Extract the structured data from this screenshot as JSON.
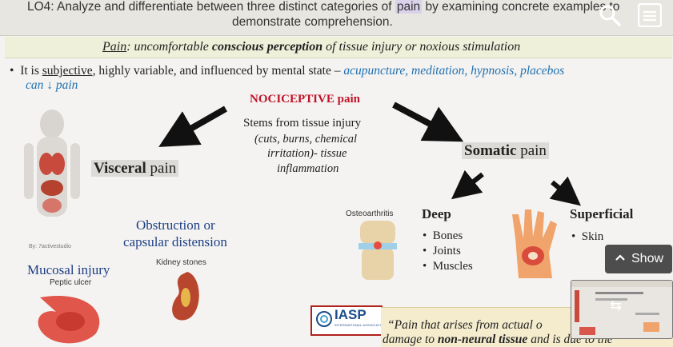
{
  "slide": {
    "lo_line1_pre": "LO4: Analyze and differentiate between three distinct categories of ",
    "lo_highlight": "pain",
    "lo_line1_post": " by examining concrete examples to",
    "lo_line2": "demonstrate comprehension.",
    "definition_term": "Pain",
    "definition_mid": ": uncomfortable ",
    "definition_bold": "conscious perception",
    "definition_tail": " of tissue injury or noxious stimulation",
    "bullet_pre": "It is ",
    "bullet_subjective": "subjective",
    "bullet_mid": ", highly variable, and influenced by mental state – ",
    "bullet_blue": "acupuncture, meditation, hypnosis, placebos",
    "bullet_cont": "can ↓ pain",
    "nociceptive_title": "NOCICEPTIVE pain",
    "stem_line1": "Stems from tissue injury",
    "stem_line2": "(cuts, burns, chemical",
    "stem_line3": "irritation)- tissue",
    "stem_line4": "inflammation",
    "visceral_bold": "Visceral",
    "visceral_rest": " pain",
    "somatic_bold": "Somatic",
    "somatic_rest": " pain",
    "deep_title": "Deep",
    "deep_items": [
      "Bones",
      "Joints",
      "Muscles"
    ],
    "superficial_title": "Superficial",
    "superficial_items": [
      "Skin"
    ],
    "obstruction_line1": "Obstruction or",
    "obstruction_line2": "capsular distension",
    "mucosal": "Mucosal injury",
    "peptic": "Peptic ulcer",
    "kidney": "Kidney stones",
    "osteo": "Osteoarthritis",
    "byline": "By: 7activestudio",
    "iasp_logo": "IASP",
    "iasp_sub": "INTERNATIONAL ASSOCIATION FOR THE STUDY OF PAIN",
    "quote_line1": "“Pain that arises from actual o",
    "quote_line2_pre": "damage to ",
    "quote_line2_bold": "non-neural tissue",
    "quote_line2_post": " and is due to the"
  },
  "player": {
    "show_label": "Show",
    "search_icon": "search-icon",
    "menu_icon": "playlist-icon"
  },
  "colors": {
    "accent_red": "#c0142a",
    "accent_blue": "#1f6fb0",
    "navy": "#1d3f86"
  }
}
